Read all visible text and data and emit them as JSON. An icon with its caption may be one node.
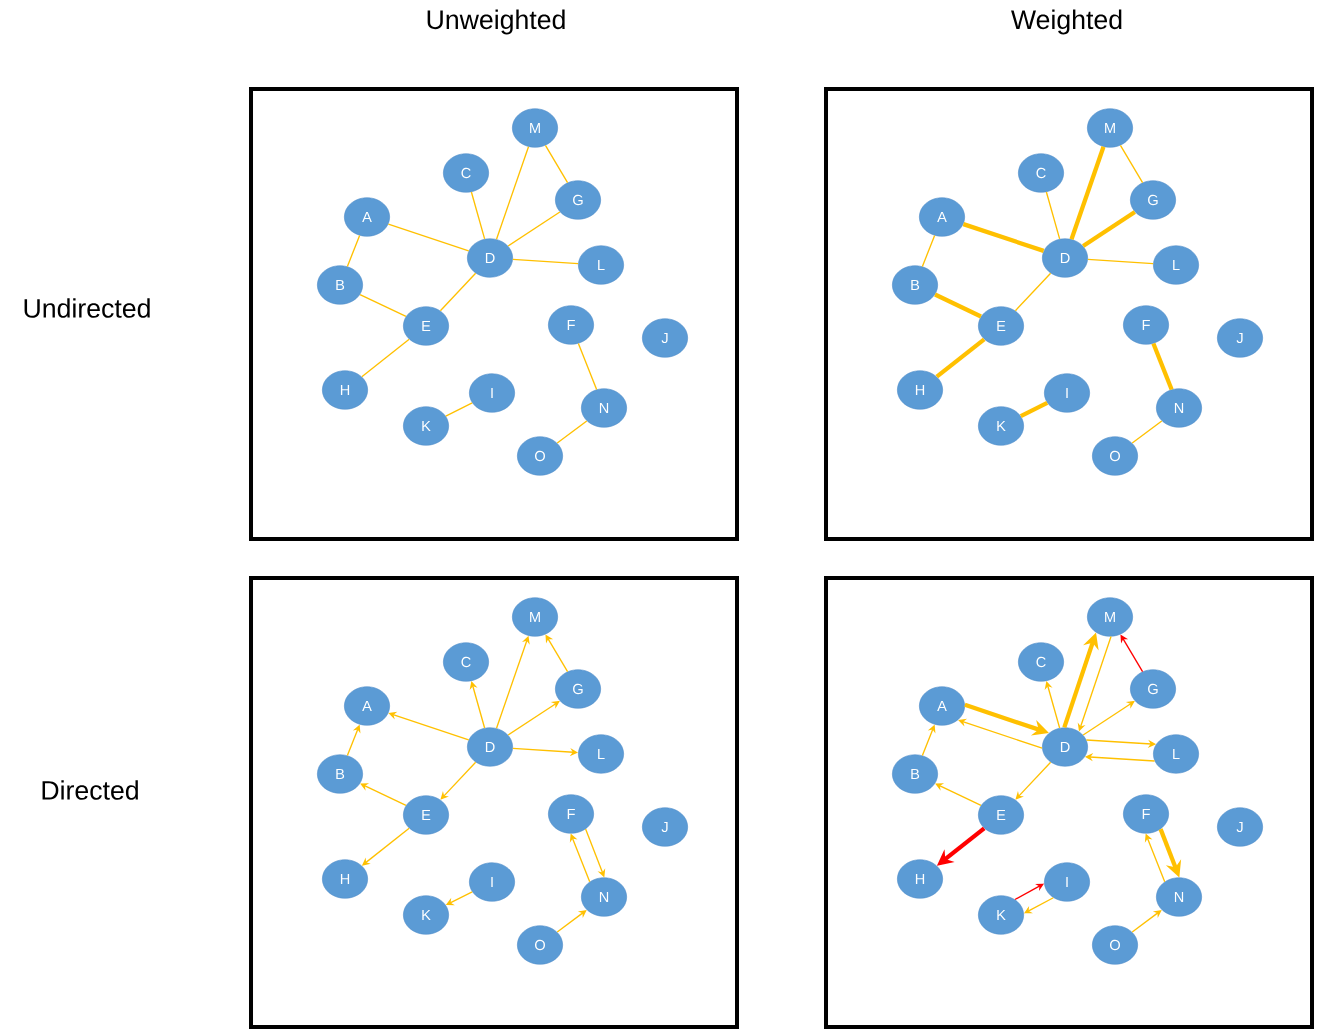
{
  "diagram": {
    "nodes": [
      {
        "text": [],
        "shape": "box"
      },
      {
        "text": [
          "M"
        ],
        "in": 0
      },
      {
        "text": [
          "C"
        ],
        "in": 0
      },
      {
        "text": [
          "G"
        ],
        "in": 0
      },
      {
        "text": [
          "A"
        ],
        "in": 0
      },
      {
        "text": [
          "D"
        ],
        "in": 0
      },
      {
        "text": [
          "L"
        ],
        "in": 0
      },
      {
        "text": [
          "B"
        ],
        "in": 0
      },
      {
        "text": [
          "E"
        ],
        "in": 0
      },
      {
        "text": [
          "F"
        ],
        "in": 0
      },
      {
        "text": [
          "J"
        ],
        "in": 0
      },
      {
        "text": [
          "H"
        ],
        "in": 0
      },
      {
        "text": [
          "I"
        ],
        "in": 0
      },
      {
        "text": [
          "N"
        ],
        "in": 0
      },
      {
        "text": [
          "K"
        ],
        "in": 0
      },
      {
        "text": [
          "O"
        ],
        "in": 0
      },
      {
        "text": [],
        "shape": "box"
      },
      {
        "text": [
          "M"
        ],
        "in": 16
      },
      {
        "text": [
          "C"
        ],
        "in": 16
      },
      {
        "text": [
          "G"
        ],
        "in": 16
      },
      {
        "text": [
          "A"
        ],
        "in": 16
      },
      {
        "text": [
          "D"
        ],
        "in": 16
      },
      {
        "text": [
          "L"
        ],
        "in": 16
      },
      {
        "text": [
          "B"
        ],
        "in": 16
      },
      {
        "text": [
          "E"
        ],
        "in": 16
      },
      {
        "text": [
          "F"
        ],
        "in": 16
      },
      {
        "text": [
          "J"
        ],
        "in": 16
      },
      {
        "text": [
          "H"
        ],
        "in": 16
      },
      {
        "text": [
          "I"
        ],
        "in": 16
      },
      {
        "text": [
          "N"
        ],
        "in": 16
      },
      {
        "text": [
          "K"
        ],
        "in": 16
      },
      {
        "text": [
          "O"
        ],
        "in": 16
      },
      {
        "text": [],
        "shape": "box"
      },
      {
        "text": [
          "M"
        ],
        "in": 32
      },
      {
        "text": [
          "C"
        ],
        "in": 32
      },
      {
        "text": [
          "G"
        ],
        "in": 32
      },
      {
        "text": [
          "A"
        ],
        "in": 32
      },
      {
        "text": [
          "D"
        ],
        "in": 32
      },
      {
        "text": [
          "L"
        ],
        "in": 32
      },
      {
        "text": [
          "B"
        ],
        "in": 32
      },
      {
        "text": [
          "E"
        ],
        "in": 32
      },
      {
        "text": [
          "F"
        ],
        "in": 32
      },
      {
        "text": [
          "J"
        ],
        "in": 32
      },
      {
        "text": [
          "H"
        ],
        "in": 32
      },
      {
        "text": [
          "I"
        ],
        "in": 32
      },
      {
        "text": [
          "N"
        ],
        "in": 32
      },
      {
        "text": [
          "K"
        ],
        "in": 32
      },
      {
        "text": [
          "O"
        ],
        "in": 32
      },
      {
        "text": [],
        "shape": "box"
      },
      {
        "text": [
          "M"
        ],
        "in": 48
      },
      {
        "text": [
          "C"
        ],
        "in": 48
      },
      {
        "text": [
          "G"
        ],
        "in": 48
      },
      {
        "text": [
          "A"
        ],
        "in": 48
      },
      {
        "text": [
          "D"
        ],
        "in": 48
      },
      {
        "text": [
          "L"
        ],
        "in": 48
      },
      {
        "text": [
          "B"
        ],
        "in": 48
      },
      {
        "text": [
          "E"
        ],
        "in": 48
      },
      {
        "text": [
          "F"
        ],
        "in": 48
      },
      {
        "text": [
          "J"
        ],
        "in": 48
      },
      {
        "text": [
          "H"
        ],
        "in": 48
      },
      {
        "text": [
          "I"
        ],
        "in": 48
      },
      {
        "text": [
          "N"
        ],
        "in": 48
      },
      {
        "text": [
          "K"
        ],
        "in": 48
      },
      {
        "text": [
          "O"
        ],
        "in": 48
      }
    ],
    "edges": [
      {
        "from": 4,
        "to": 7,
        "arrow": "none"
      },
      {
        "from": 4,
        "to": 5,
        "arrow": "none"
      },
      {
        "from": 2,
        "to": 5,
        "arrow": "none"
      },
      {
        "from": 5,
        "to": 1,
        "arrow": "none"
      },
      {
        "from": 5,
        "to": 3,
        "arrow": "none"
      },
      {
        "from": 3,
        "to": 1,
        "arrow": "none"
      },
      {
        "from": 5,
        "to": 6,
        "arrow": "none"
      },
      {
        "from": 5,
        "to": 8,
        "arrow": "none"
      },
      {
        "from": 7,
        "to": 8,
        "arrow": "none"
      },
      {
        "from": 8,
        "to": 11,
        "arrow": "none"
      },
      {
        "from": 14,
        "to": 12,
        "arrow": "none"
      },
      {
        "from": 9,
        "to": 13,
        "arrow": "none"
      },
      {
        "from": 13,
        "to": 15,
        "arrow": "none"
      },
      {
        "from": 20,
        "to": 23,
        "arrow": "none"
      },
      {
        "from": 20,
        "to": 21,
        "arrow": "none",
        "style": "thick"
      },
      {
        "from": 18,
        "to": 21,
        "arrow": "none"
      },
      {
        "from": 21,
        "to": 17,
        "arrow": "none",
        "style": "thick"
      },
      {
        "from": 21,
        "to": 19,
        "arrow": "none",
        "style": "thick"
      },
      {
        "from": 19,
        "to": 17,
        "arrow": "none"
      },
      {
        "from": 21,
        "to": 22,
        "arrow": "none"
      },
      {
        "from": 21,
        "to": 24,
        "arrow": "none"
      },
      {
        "from": 23,
        "to": 24,
        "arrow": "none",
        "style": "thick"
      },
      {
        "from": 24,
        "to": 27,
        "arrow": "none",
        "style": "thick"
      },
      {
        "from": 30,
        "to": 28,
        "arrow": "none",
        "style": "thick"
      },
      {
        "from": 25,
        "to": 29,
        "arrow": "none",
        "style": "thick"
      },
      {
        "from": 29,
        "to": 31,
        "arrow": "none"
      },
      {
        "from": 39,
        "to": 36,
        "arrow": "to"
      },
      {
        "from": 37,
        "to": 36,
        "arrow": "to"
      },
      {
        "from": 37,
        "to": 34,
        "arrow": "to"
      },
      {
        "from": 37,
        "to": 33,
        "arrow": "to"
      },
      {
        "from": 35,
        "to": 33,
        "arrow": "to"
      },
      {
        "from": 37,
        "to": 35,
        "arrow": "to"
      },
      {
        "from": 37,
        "to": 38,
        "arrow": "to"
      },
      {
        "from": 37,
        "to": 40,
        "arrow": "to"
      },
      {
        "from": 40,
        "to": 39,
        "arrow": "to"
      },
      {
        "from": 40,
        "to": 43,
        "arrow": "to"
      },
      {
        "from": 44,
        "to": 46,
        "arrow": "to"
      },
      {
        "from": 41,
        "to": 45,
        "arrow": "to"
      },
      {
        "from": 45,
        "to": 41,
        "arrow": "to"
      },
      {
        "from": 47,
        "to": 45,
        "arrow": "to"
      },
      {
        "from": 55,
        "to": 52,
        "arrow": "to"
      },
      {
        "from": 52,
        "to": 53,
        "arrow": "to",
        "style": "thick"
      },
      {
        "from": 53,
        "to": 52,
        "arrow": "to"
      },
      {
        "from": 53,
        "to": 50,
        "arrow": "to"
      },
      {
        "from": 49,
        "to": 53,
        "arrow": "to"
      },
      {
        "from": 53,
        "to": 49,
        "arrow": "to",
        "style": "thick"
      },
      {
        "from": 51,
        "to": 49,
        "arrow": "to",
        "color": "#ff0000"
      },
      {
        "from": 53,
        "to": 51,
        "arrow": "to"
      },
      {
        "from": 53,
        "to": 54,
        "arrow": "to"
      },
      {
        "from": 54,
        "to": 53,
        "arrow": "to"
      },
      {
        "from": 53,
        "to": 56,
        "arrow": "to"
      },
      {
        "from": 56,
        "to": 55,
        "arrow": "to"
      },
      {
        "from": 56,
        "to": 59,
        "arrow": "to",
        "style": "thick",
        "color": "#ff0000"
      },
      {
        "from": 62,
        "to": 60,
        "arrow": "to",
        "color": "#ff0000"
      },
      {
        "from": 60,
        "to": 62,
        "arrow": "to"
      },
      {
        "from": 57,
        "to": 61,
        "arrow": "to",
        "style": "thick"
      },
      {
        "from": 61,
        "to": 57,
        "arrow": "to"
      },
      {
        "from": 63,
        "to": 61,
        "arrow": "to"
      }
    ],
    "labels": [
      "Unweighted",
      "Weighted",
      "Undirected",
      "Directed"
    ]
  }
}
